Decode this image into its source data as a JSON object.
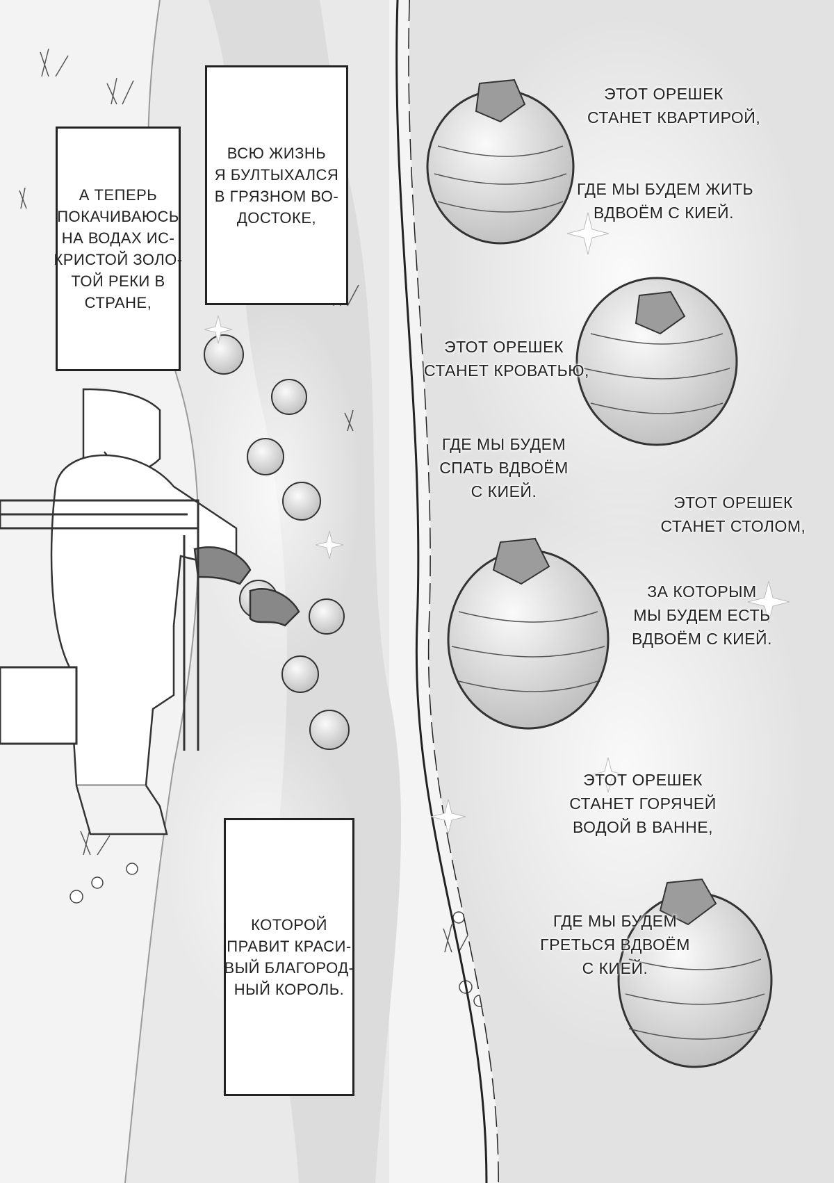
{
  "captions": {
    "river": [
      "А ТЕПЕРЬ",
      "ПОКАЧИВАЮСЬ",
      "НА ВОДАХ ИС-",
      "КРИСТОЙ ЗОЛО-",
      "ТОЙ РЕКИ В",
      "СТРАНЕ,"
    ],
    "ditch": [
      "ВСЮ ЖИЗНЬ",
      "Я БУЛТЫХАЛСЯ",
      "В ГРЯЗНОМ ВО-",
      "ДОСТОКЕ,"
    ],
    "king": [
      "КОТОРОЙ",
      "ПРАВИТ КРАСИ-",
      "ВЫЙ БЛАГОРОД-",
      "НЫЙ КОРОЛЬ."
    ]
  },
  "narration": {
    "apartment": [
      "ЭТОТ ОРЕШЕК",
      "СТАНЕТ КВАРТИРОЙ,"
    ],
    "live": [
      "ГДЕ МЫ БУДЕМ ЖИТЬ",
      "ВДВОЁМ С КИЕЙ."
    ],
    "bed": [
      "ЭТОТ ОРЕШЕК",
      "СТАНЕТ КРОВАТЬЮ,"
    ],
    "sleep": [
      "ГДЕ МЫ БУДЕМ",
      "СПАТЬ ВДВОЁМ",
      "С КИЕЙ."
    ],
    "table": [
      "ЭТОТ ОРЕШЕК",
      "СТАНЕТ СТОЛОМ,"
    ],
    "eat": [
      "ЗА КОТОРЫМ",
      "МЫ БУДЕМ ЕСТЬ",
      "ВДВОЁМ С КИЕЙ."
    ],
    "bath": [
      "ЭТОТ ОРЕШЕК",
      "СТАНЕТ ГОРЯЧЕЙ",
      "ВОДОЙ В ВАННЕ,"
    ],
    "warm": [
      "ГДЕ МЫ БУДЕМ",
      "ГРЕТЬСЯ ВДВОЁМ",
      "С КИЕЙ."
    ]
  },
  "colors": {
    "ink": "#222222",
    "paper": "#ffffff",
    "tone": "#d6d6d6"
  }
}
